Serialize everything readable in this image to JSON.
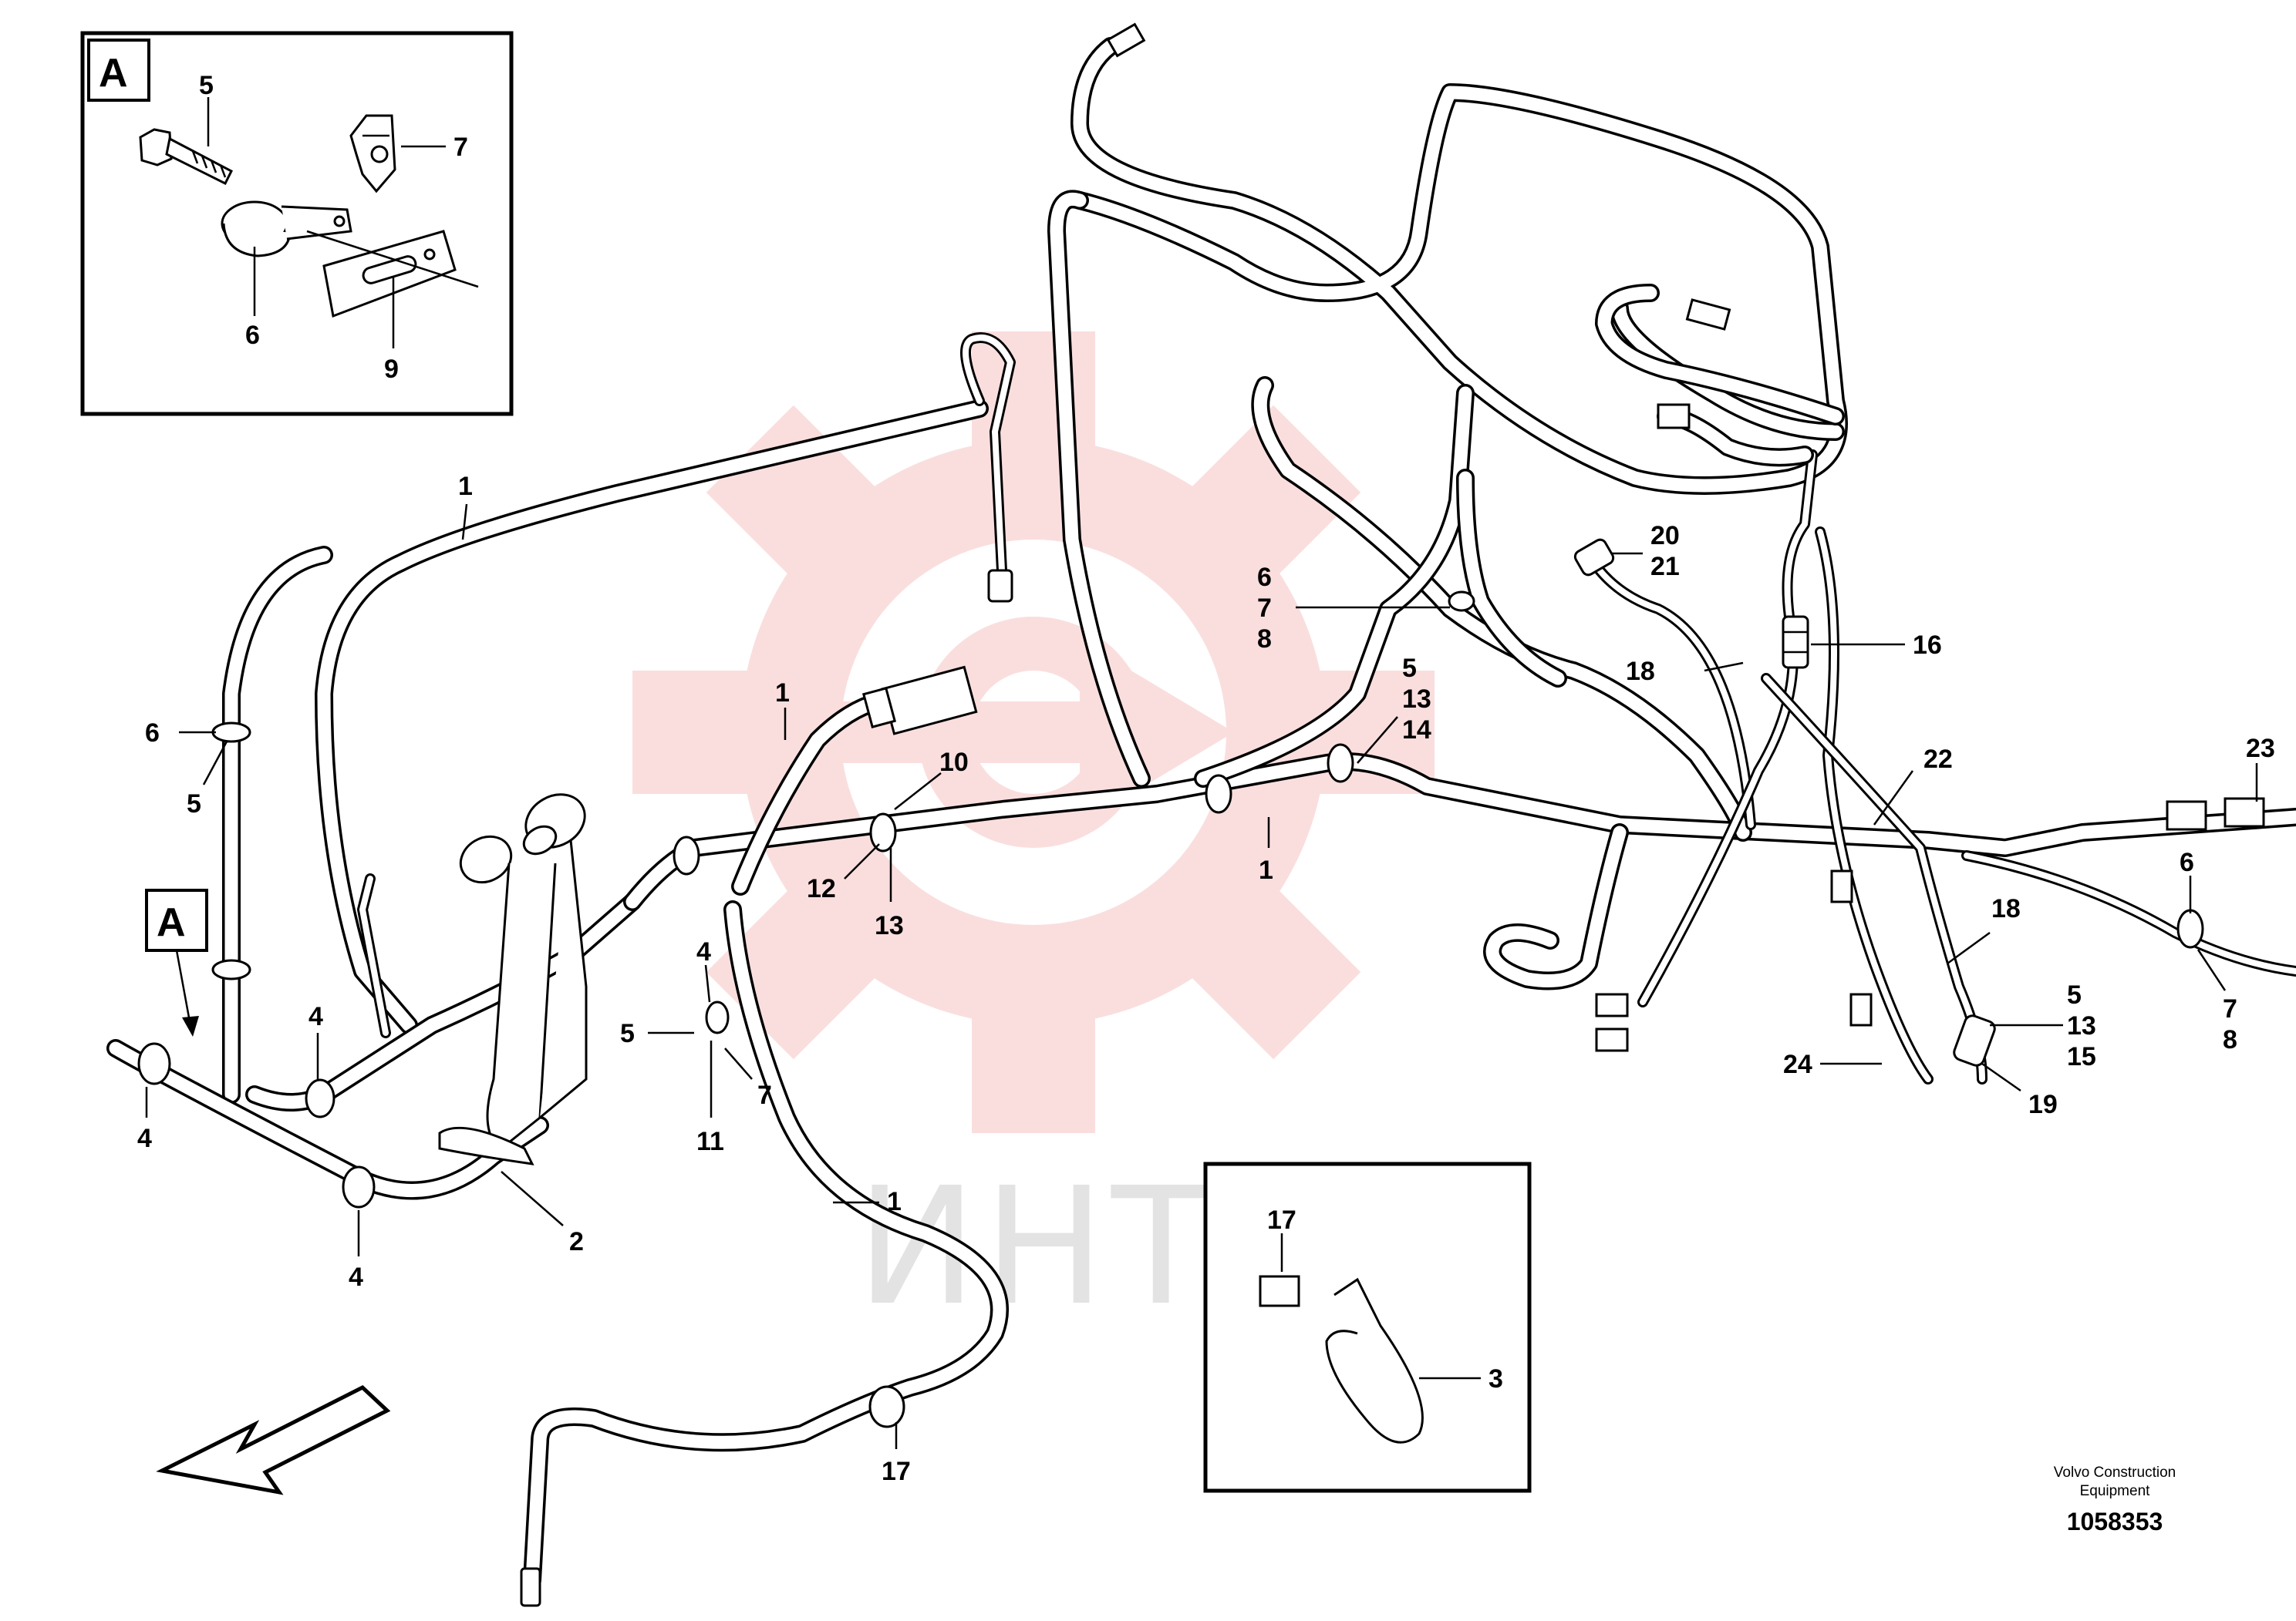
{
  "watermark": {
    "text": "ИНТЕХ",
    "color": "#f7c9c9"
  },
  "detail_view": {
    "tag": "A"
  },
  "view_marker": {
    "tag": "A"
  },
  "callouts": {
    "c1a": "1",
    "c1b": "1",
    "c1c": "1",
    "c1d": "1",
    "c2": "2",
    "c3": "3",
    "c4a": "4",
    "c4b": "4",
    "c4c": "4",
    "c4d": "4",
    "c5a": "5",
    "c5b": "5",
    "c5c": "5",
    "c5d": "5",
    "c5e": "5",
    "c6a": "6",
    "c6b": "6",
    "c6c": "6",
    "c6d": "6",
    "c7a": "7",
    "c7b": "7",
    "c7c": "7",
    "c7d": "7",
    "c8a": "8",
    "c8b": "8",
    "c9": "9",
    "c10": "10",
    "c11": "11",
    "c12": "12",
    "c13a": "13",
    "c13b": "13",
    "c13c": "13",
    "c14": "14",
    "c15": "15",
    "c16": "16",
    "c17a": "17",
    "c17b": "17",
    "c18a": "18",
    "c18b": "18",
    "c19": "19",
    "c20": "20",
    "c21": "21",
    "c22": "22",
    "c23": "23",
    "c24": "24"
  },
  "credit": {
    "line1": "Volvo Construction",
    "line2": "Equipment"
  },
  "document_number": "1058353"
}
